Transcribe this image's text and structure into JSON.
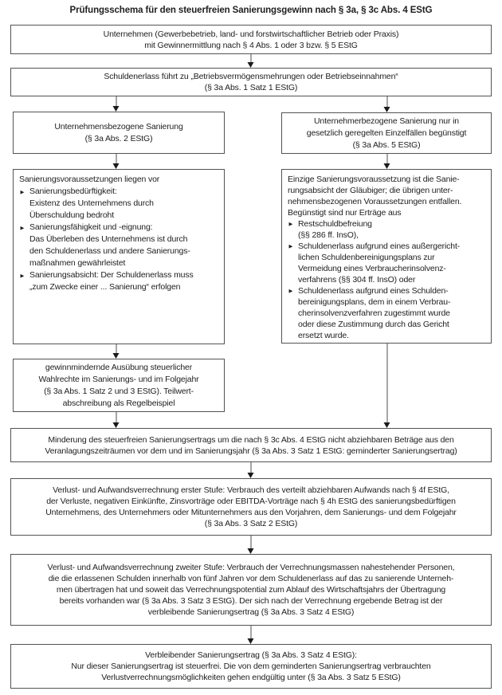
{
  "title": "Prüfungsschema für den steuerfreien Sanierungsgewinn nach § 3a, § 3c Abs. 4 EStG",
  "glyphs": {
    "bullet": "►"
  },
  "colors": {
    "background": "#ffffff",
    "box_border": "#535353",
    "text": "#1e1e1e",
    "arrow": "#1b1b1b"
  },
  "boxes": {
    "unternehmen": {
      "text": "Unternehmen (Gewerbebetrieb, land- und forstwirtschaftlicher Betrieb oder Praxis)\nmit Gewinnermittlung nach § 4 Abs. 1 oder 3 bzw. § 5 EStG"
    },
    "schuldenerlass": {
      "text": "Schuldenerlass führt zu „Betriebsvermögensmehrungen oder Betriebseinnahmen“\n(§ 3a Abs. 1 Satz 1 EStG)"
    },
    "unternehmensbezogene_sanierung": {
      "text": "Unternehmensbezogene Sanierung\n(§ 3a Abs. 2 EStG)"
    },
    "unternehmerbezogene_sanierung": {
      "text": "Unternehmerbezogene Sanierung nur in\ngesetzlich geregelten Einzelfällen begünstigt\n(§ 3a Abs. 5 EStG)"
    },
    "sanierungsvoraussetzungen": {
      "intro": "Sanierungsvoraussetzungen liegen vor",
      "bullets": [
        "Sanierungsbedürftigkeit:\nExistenz des Unternehmens durch\nÜberschuldung bedroht",
        "Sanierungsfähigkeit und -eignung:\nDas Überleben des Unternehmens ist durch\nden Schuldenerlass und andere Sanierungs-\nmaßnahmen gewährleistet",
        "Sanierungsabsicht: Der Schuldenerlass muss\n„zum Zwecke einer ... Sanierung“ erfolgen"
      ]
    },
    "einzige_voraussetzung": {
      "intro": "Einzige Sanierungsvoraussetzung ist die Sanie-\nrungsabsicht der Gläubiger; die übrigen unter-\nnehmensbezogenen Voraussetzungen entfallen.\nBegünstigt sind nur Erträge aus",
      "bullets": [
        "Restschuldbefreiung\n(§§ 286 ff. InsO),",
        "Schuldenerlass aufgrund eines außergericht-\nlichen Schuldenbereinigungsplans zur\nVermeidung eines Verbraucherinsolvenz-\nverfahrens (§§ 304 ff. InsO) oder",
        "Schuldenerlass aufgrund eines Schulden-\nbereinigungsplans, dem in einem Verbrau-\ncherinsolvenzverfahren zugestimmt wurde\noder diese Zustimmung durch das Gericht\nersetzt wurde."
      ]
    },
    "wahlrechte": {
      "text": "gewinnmindernde Ausübung steuerlicher\nWahlrechte im Sanierungs- und im Folgejahr\n(§ 3a Abs. 1 Satz 2 und 3 EStG). Teilwert-\nabschreibung als Regelbeispiel"
    },
    "minderung": {
      "text": "Minderung des steuerfreien Sanierungsertrags um die nach § 3c Abs. 4 EStG nicht abziehbaren Beträge aus den\nVeranlagungszeiträumen vor dem und im Sanierungsjahr (§ 3a Abs. 3 Satz 1 EStG: geminderter Sanierungsertrag)"
    },
    "verrechnung_stufe1": {
      "text": "Verlust- und Aufwandsverrechnung erster Stufe: Verbrauch des verteilt abziehbaren Aufwands nach § 4f EStG,\nder Verluste, negativen Einkünfte, Zinsvorträge oder EBITDA-Vorträge nach § 4h EStG des sanierungsbedürftigen\nUnternehmens, des Unternehmers oder Mitunternehmers aus den Vorjahren, dem Sanierungs- und dem Folgejahr\n(§ 3a Abs. 3 Satz 2 EStG)"
    },
    "verrechnung_stufe2": {
      "text": "Verlust- und Aufwandsverrechnung zweiter Stufe: Verbrauch der Verrechnungsmassen nahestehender Personen,\ndie die erlassenen Schulden innerhalb von fünf Jahren vor dem Schuldenerlass auf das zu sanierende Unterneh-\nmen übertragen hat und soweit das Verrechnungspotential zum Ablauf des Wirtschaftsjahrs der Übertragung\nbereits vorhanden war (§ 3a Abs. 3 Satz 3 EStG). Der sich nach der Verrechnung ergebende Betrag ist der\nverbleibende Sanierungsertrag (§ 3a Abs. 3 Satz 4 EStG)"
    },
    "verbleibender_ertrag": {
      "text": "Verbleibender Sanierungsertrag (§ 3a Abs. 3 Satz 4 EStG):\nNur dieser Sanierungsertrag ist steuerfrei. Die von dem geminderten Sanierungsertrag verbrauchten\nVerlustverrechnungsmöglichkeiten gehen endgültig unter (§ 3a Abs. 3 Satz 5 EStG)"
    }
  }
}
